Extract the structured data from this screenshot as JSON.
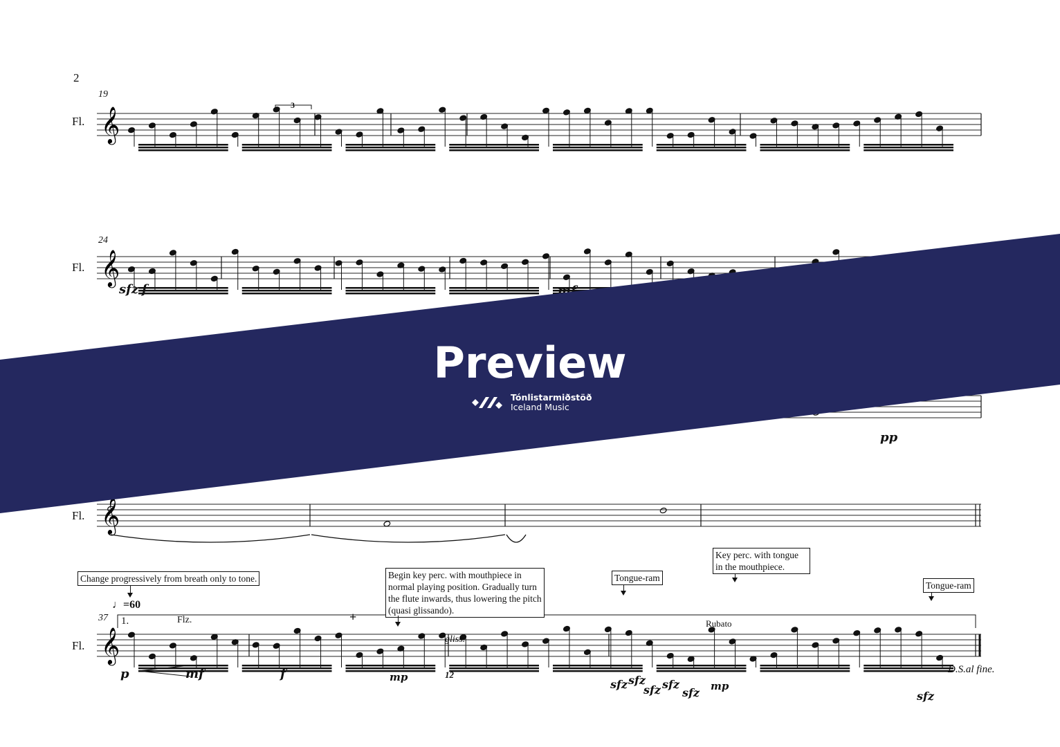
{
  "page_number": "2",
  "instrument_label": "Fl.",
  "systems": [
    {
      "measure_number": "19",
      "tuplet": "3"
    },
    {
      "measure_number": "24",
      "dynamics": [
        "sfz",
        "f",
        "mf"
      ]
    },
    {
      "dynamics": [
        "pp"
      ]
    },
    {},
    {
      "measure_number": "37",
      "tempo": "=60",
      "volta": "1.",
      "technique": "Flz.",
      "dynamics": [
        "p",
        "mf",
        "f",
        "mp",
        "mp"
      ],
      "accent": "+",
      "gliss": "gliss.",
      "tuplet": "12",
      "rubato": "Rubato",
      "sfz_marks": [
        "sfz",
        "sfz",
        "sfz",
        "sfz",
        "sfz",
        "sfz"
      ],
      "ending": "D.S.al fine."
    }
  ],
  "annotations": [
    "Change progressively from breath only to tone.",
    "Begin key perc. with mouthpiece in normal playing position. Gradually turn the flute inwards, thus lowering the pitch (quasi glissando).",
    "Tongue-ram",
    "Key perc. with tongue in the mouthpiece.",
    "Tongue-ram"
  ],
  "banner": {
    "title": "Preview",
    "brand_line1": "Tónlistarmiðstöð",
    "brand_line2": "Iceland Music",
    "color": "#24285f"
  }
}
